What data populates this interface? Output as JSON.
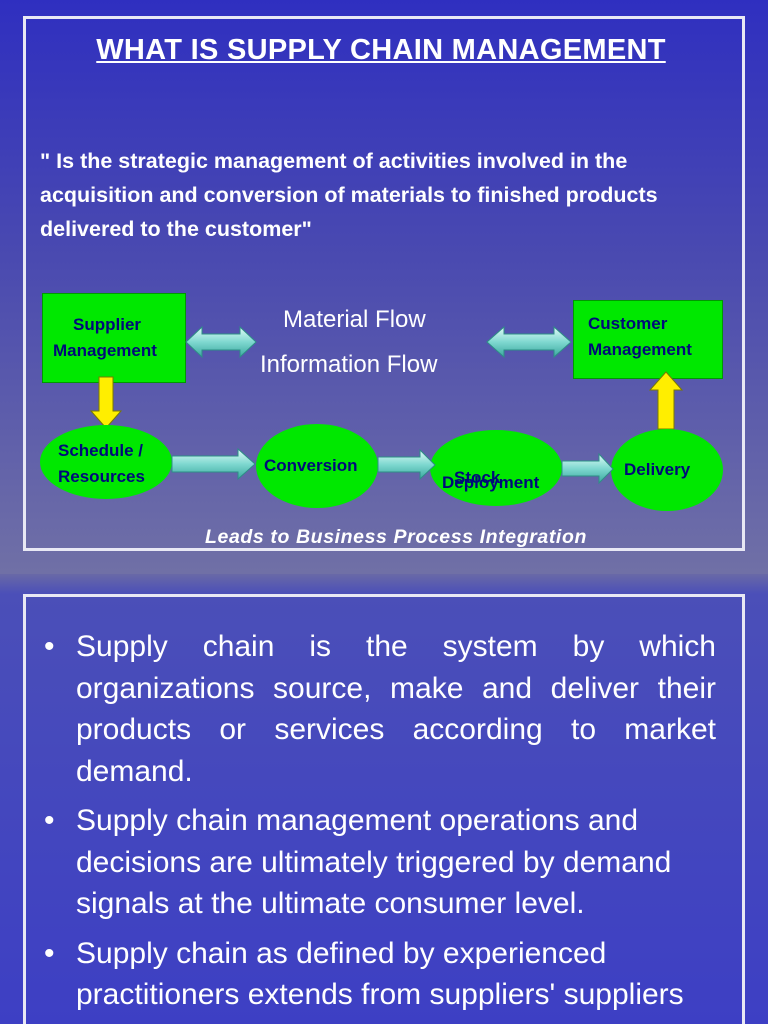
{
  "slide1": {
    "title": "WHAT IS SUPPLY CHAIN MANAGEMENT",
    "quote": "\" Is the strategic management of activities involved in the acquisition and conversion of materials to finished products delivered to the customer\"",
    "diagram": {
      "supplier": [
        "Supplier",
        "Management"
      ],
      "customer": [
        "Customer",
        "Management"
      ],
      "material_flow": "Material Flow",
      "information_flow": "Information Flow",
      "schedule": [
        "Schedule /",
        "Resources"
      ],
      "conversion": "Conversion",
      "stock_deployment": [
        "Stock",
        "Deployment"
      ],
      "delivery": "Delivery"
    },
    "footer": "Leads to Business Process Integration"
  },
  "slide2": {
    "bullets": [
      "Supply chain is the system by which organizations source, make and deliver their products or services according to market demand.",
      "Supply chain management operations and decisions are ultimately triggered by demand signals at the ultimate consumer level.",
      "Supply chain as defined by experienced practitioners extends from suppliers' suppliers"
    ]
  },
  "colors": {
    "node_green": "#00e800",
    "node_text": "#000a7a",
    "arrow_yellow": "#ffee00",
    "arrow_teal": "#7fd8d0"
  }
}
